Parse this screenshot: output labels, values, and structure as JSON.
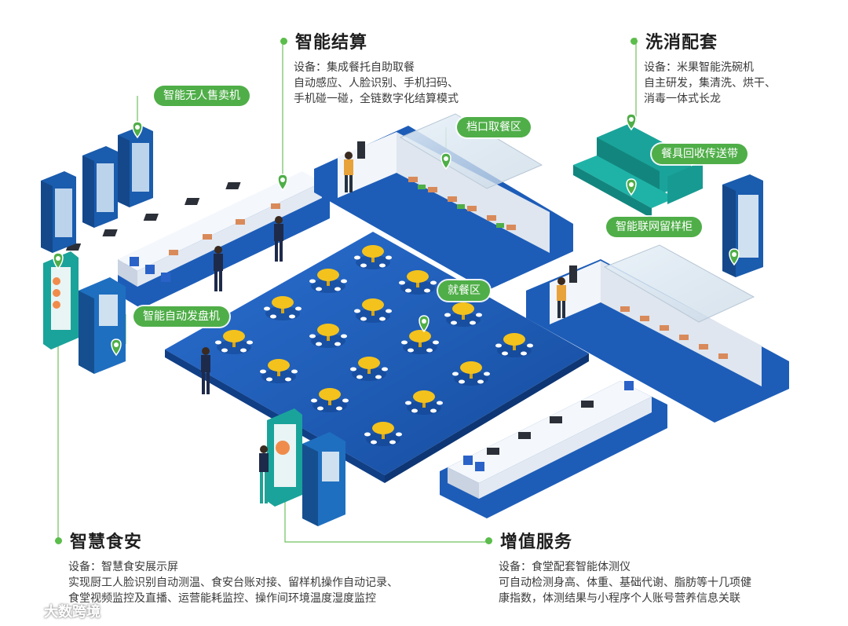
{
  "sections": {
    "settlement": {
      "title": "智能结算",
      "lines": [
        "设备：集成餐托自助取餐",
        "自动感应、人脸识别、手机扫码、",
        "手机碰一碰，全链数字化结算模式"
      ]
    },
    "washing": {
      "title": "洗消配套",
      "lines": [
        "设备：米果智能洗碗机",
        "自主研发，集清洗、烘干、",
        "消毒一体式长龙"
      ]
    },
    "food_safety": {
      "title": "智慧食安",
      "lines": [
        "设备：智慧食安展示屏",
        "实现厨工人脸识别自动测温、食安台账对接、留样机操作自动记录、",
        "食堂视频监控及直播、运营能耗监控、操作间环境温度湿度监控"
      ]
    },
    "value_added": {
      "title": "增值服务",
      "lines": [
        "设备：食堂配套智能体测仪",
        "可自动检测身高、体重、基础代谢、脂肪等十几项健",
        "康指数，体测结果与小程序个人账号营养信息关联"
      ]
    }
  },
  "labels": {
    "vending": "智能无人售卖机",
    "stall": "档口取餐区",
    "conveyor": "餐具回收传送带",
    "sample_cabinet": "智能联网留样柜",
    "dining": "就餐区",
    "tray_dispenser": "智能自动发盘机"
  },
  "watermark": {
    "text": "大数跨境"
  },
  "colors": {
    "accent_green": "#4fae48",
    "floor_blue": "#1c56b0",
    "table_yellow": "#f3c21d",
    "machine_blue": "#1f6fc0",
    "teal": "#1aa39a"
  }
}
